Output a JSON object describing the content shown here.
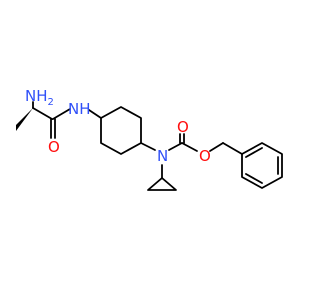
{
  "molecule": {
    "atoms": {
      "amine_n": "NH",
      "amine_h_count": "2",
      "amide_nh": "NH",
      "amide_o": "O",
      "carbamate_n": "N",
      "carbonyl_o": "O",
      "ester_o": "O"
    }
  },
  "colors": {
    "nitrogen": "#3050f8",
    "oxygen": "#ff0d0d",
    "carbon": "#000000"
  }
}
